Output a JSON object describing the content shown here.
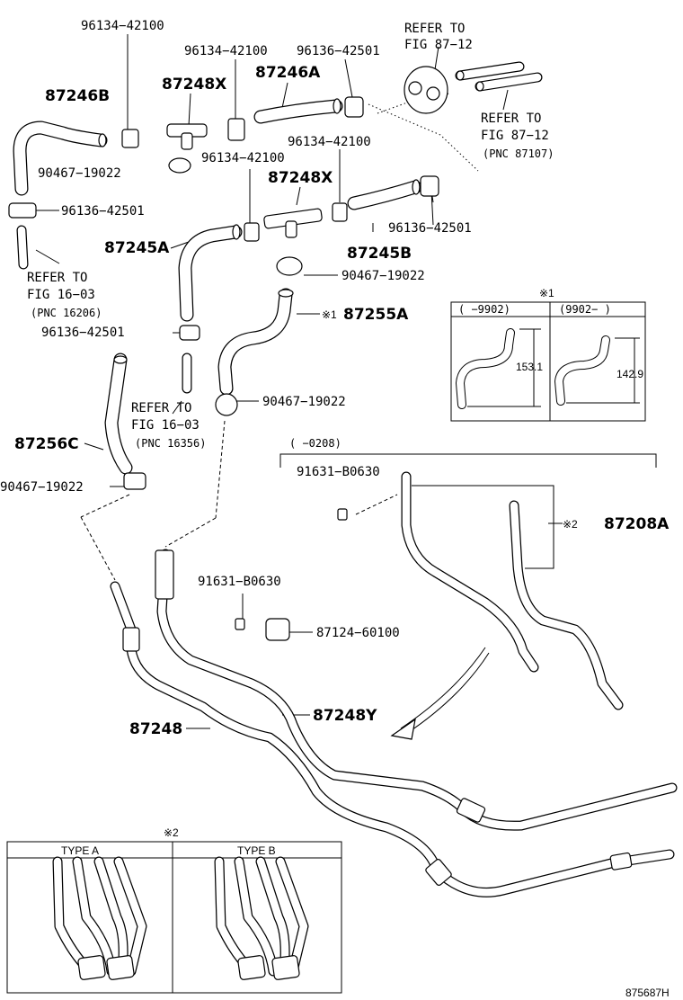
{
  "labels": {
    "p96134_42100_a": "96134−42100",
    "p96134_42100_b": "96134−42100",
    "p96136_42501_a": "96136−42501",
    "refer_to_1": "REFER TO",
    "fig_87_12_a": "FIG 87−12",
    "p87246B": "87246B",
    "p87248X_a": "87248X",
    "p87246A": "87246A",
    "refer_to_2": "REFER TO",
    "fig_87_12_b": "FIG 87−12",
    "pnc_87107": "(PNC 87107)",
    "p90467_19022_a": "90467−19022",
    "p96134_42100_c": "96134−42100",
    "p96134_42100_d": "96134−42100",
    "p87248X_b": "87248X",
    "p96136_42501_b": "96136−42501",
    "p96136_42501_c": "96136−42501",
    "p87245A": "87245A",
    "p87245B": "87245B",
    "p90467_19022_b": "90467−19022",
    "refer_to_3": "REFER TO",
    "fig_16_03_a": "FIG 16−03",
    "pnc_16206": "(PNC 16206)",
    "p87255A": "87255A",
    "p87255A_mark": "※1",
    "p96136_42501_d": "96136−42501",
    "refer_to_4": "REFER TO",
    "fig_16_03_b": "FIG 16−03",
    "pnc_16356": "(PNC 16356)",
    "p90467_19022_c": "90467−19022",
    "p87256C": "87256C",
    "p90467_19022_d": "90467−19022",
    "range_0208": "(      −0208)",
    "p91631_B0630_a": "91631−B0630",
    "p87208A": "87208A",
    "p87208A_mark": "※2",
    "p91631_B0630_b": "91631−B0630",
    "p87124_60100": "87124−60100",
    "p87248Y": "87248Y",
    "p87248": "87248",
    "diagram_id": "875687H"
  },
  "inset1": {
    "mark": "※1",
    "col1": "(      −9902)",
    "col2": "(9902−      )",
    "dim1": "153.1",
    "dim2": "142.9"
  },
  "inset2": {
    "mark": "※2",
    "type_a": "TYPE A",
    "type_b": "TYPE B"
  }
}
